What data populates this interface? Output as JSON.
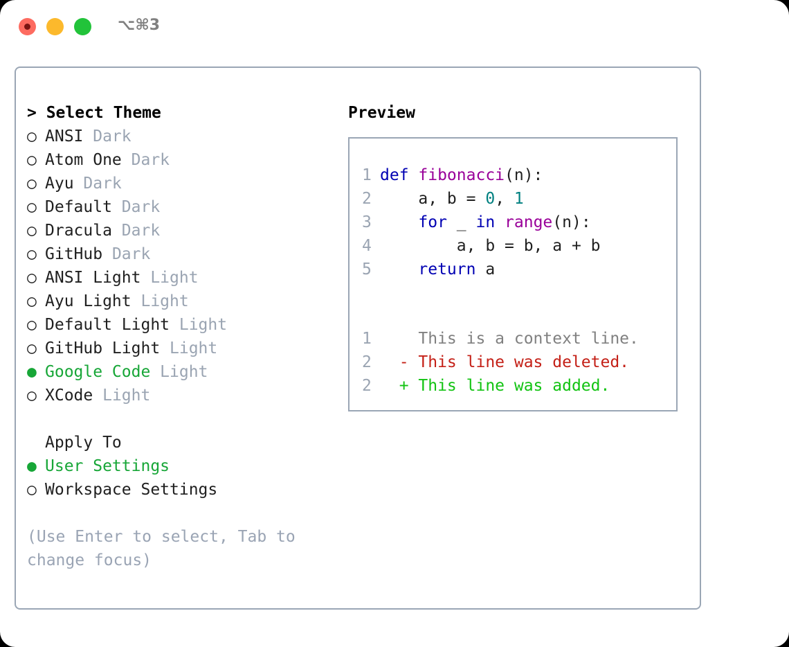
{
  "titlebar": {
    "shortcut": "⌥⌘3",
    "buttons": [
      {
        "name": "close",
        "color": "#fd6b60"
      },
      {
        "name": "minimize",
        "color": "#fcb92c"
      },
      {
        "name": "maximize",
        "color": "#22c33a"
      }
    ]
  },
  "colors": {
    "selected_green": "#17a637",
    "muted": "#9aa4b2",
    "hint": "#9aa4b4",
    "border": "#9aa6b5",
    "keyword": "#0000b3",
    "function": "#990099",
    "number": "#008080",
    "diff_context": "#808080",
    "diff_deleted": "#c42017",
    "diff_added": "#12c312"
  },
  "theme_list": {
    "heading": "> Select Theme",
    "items": [
      {
        "marker": "○",
        "label": "ANSI",
        "suffix": "Dark",
        "selected": false
      },
      {
        "marker": "○",
        "label": "Atom One",
        "suffix": "Dark",
        "selected": false
      },
      {
        "marker": "○",
        "label": "Ayu",
        "suffix": "Dark",
        "selected": false
      },
      {
        "marker": "○",
        "label": "Default",
        "suffix": "Dark",
        "selected": false
      },
      {
        "marker": "○",
        "label": "Dracula",
        "suffix": "Dark",
        "selected": false
      },
      {
        "marker": "○",
        "label": "GitHub",
        "suffix": "Dark",
        "selected": false
      },
      {
        "marker": "○",
        "label": "ANSI Light",
        "suffix": "Light",
        "selected": false
      },
      {
        "marker": "○",
        "label": "Ayu Light",
        "suffix": "Light",
        "selected": false
      },
      {
        "marker": "○",
        "label": "Default Light",
        "suffix": "Light",
        "selected": false
      },
      {
        "marker": "○",
        "label": "GitHub Light",
        "suffix": "Light",
        "selected": false
      },
      {
        "marker": "●",
        "label": "Google Code",
        "suffix": "Light",
        "selected": true
      },
      {
        "marker": "○",
        "label": "XCode",
        "suffix": "Light",
        "selected": false
      }
    ]
  },
  "apply_to": {
    "heading": "Apply To",
    "items": [
      {
        "marker": "●",
        "label": "User Settings",
        "selected": true
      },
      {
        "marker": "○",
        "label": "Workspace Settings",
        "selected": false
      }
    ]
  },
  "hint": "(Use Enter to select, Tab to change focus)",
  "preview": {
    "title": "Preview",
    "code_lines": [
      {
        "number": "1",
        "tokens": [
          {
            "t": "def ",
            "c": "kw"
          },
          {
            "t": "fibonacci",
            "c": "fn"
          },
          {
            "t": "(n):",
            "c": "pl"
          }
        ]
      },
      {
        "number": "2",
        "tokens": [
          {
            "t": "    a, b = ",
            "c": "pl"
          },
          {
            "t": "0",
            "c": "num"
          },
          {
            "t": ", ",
            "c": "pl"
          },
          {
            "t": "1",
            "c": "num"
          }
        ]
      },
      {
        "number": "3",
        "tokens": [
          {
            "t": "    ",
            "c": "pl"
          },
          {
            "t": "for",
            "c": "kw"
          },
          {
            "t": " _ ",
            "c": "pl"
          },
          {
            "t": "in",
            "c": "kw"
          },
          {
            "t": " ",
            "c": "pl"
          },
          {
            "t": "range",
            "c": "fn"
          },
          {
            "t": "(n):",
            "c": "pl"
          }
        ]
      },
      {
        "number": "4",
        "tokens": [
          {
            "t": "        a, b = b, a + b",
            "c": "pl"
          }
        ]
      },
      {
        "number": "5",
        "tokens": [
          {
            "t": "    ",
            "c": "pl"
          },
          {
            "t": "return",
            "c": "kw"
          },
          {
            "t": " a",
            "c": "pl"
          }
        ]
      }
    ],
    "diff_lines": [
      {
        "number": "1",
        "marker": " ",
        "text": "This is a context line.",
        "kind": "diff-ctx"
      },
      {
        "number": "2",
        "marker": "-",
        "text": "This line was deleted.",
        "kind": "diff-del"
      },
      {
        "number": "2",
        "marker": "+",
        "text": "This line was added.",
        "kind": "diff-add"
      }
    ]
  }
}
